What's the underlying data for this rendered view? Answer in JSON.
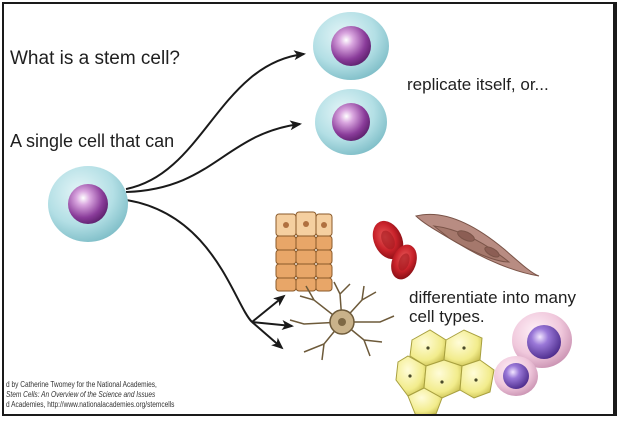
{
  "heading": "What is a stem cell?",
  "intro": "A single cell that can",
  "replicate": "replicate itself, or...",
  "differentiate": {
    "line1": "differentiate into many",
    "line2": "cell types."
  },
  "credit": {
    "line1": "d by Catherine Twomey for the National Academies,",
    "line2": "Stem Cells: An Overview of the Science and Issues",
    "line3": "d Academies, http://www.nationalacademies.org/stemcells"
  },
  "colors": {
    "membrane": "#9fd3da",
    "nucleus": "#8a3c9a",
    "red_cell": "#c8222a",
    "muscle": "#b88c82",
    "fat": "#f2ec8c",
    "epithelial": "#e8a668",
    "neuron": "#c9b28a"
  }
}
